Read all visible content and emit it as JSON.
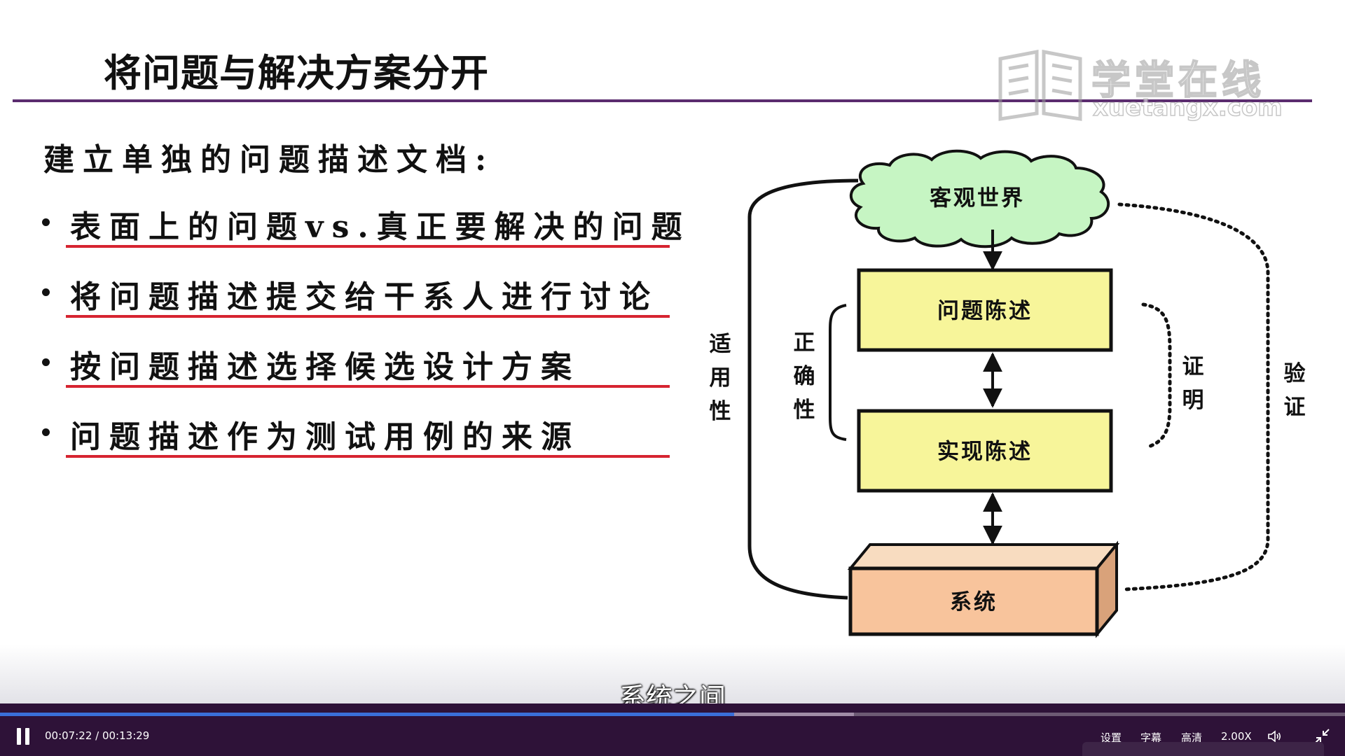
{
  "slide": {
    "title": "将问题与解决方案分开",
    "watermark": {
      "cn": "学堂在线",
      "en": "xuetangx.com"
    },
    "intro": "建立单独的问题描述文档:",
    "bullets": [
      "表面上的问题vs.真正要解决的问题",
      "将问题描述提交给干系人进行讨论",
      "按问题描述选择候选设计方案",
      "问题描述作为测试用例的来源"
    ],
    "diagram": {
      "cloud": "客观世界",
      "box_problem": "问题陈述",
      "box_impl": "实现陈述",
      "box_system": "系统",
      "label_applicability": [
        "适",
        "用",
        "性"
      ],
      "label_correctness": [
        "正",
        "确",
        "性"
      ],
      "label_proof": [
        "证",
        "明"
      ],
      "label_verify": [
        "验",
        "证"
      ]
    },
    "colors": {
      "cloud_fill": "#c6f5c3",
      "box_fill": "#f7f59a",
      "system_fill": "#f8c49c",
      "title_rule": "#5b2c6f",
      "bullet_underline": "#d62430"
    }
  },
  "player": {
    "subtitle": "系统之间",
    "current_time": "00:07:22",
    "separator": " / ",
    "duration": "00:13:29",
    "progress_fraction": 0.546,
    "buffered_fraction": 0.635,
    "settings_label": "设置",
    "captions_label": "字幕",
    "quality_label": "高清",
    "speed_label": "2.00X",
    "icons": [
      "pause-icon",
      "volume-icon",
      "exit-fullscreen-icon"
    ],
    "colors": {
      "bar": "#2e1238",
      "progress": "#3a6fd9"
    }
  }
}
